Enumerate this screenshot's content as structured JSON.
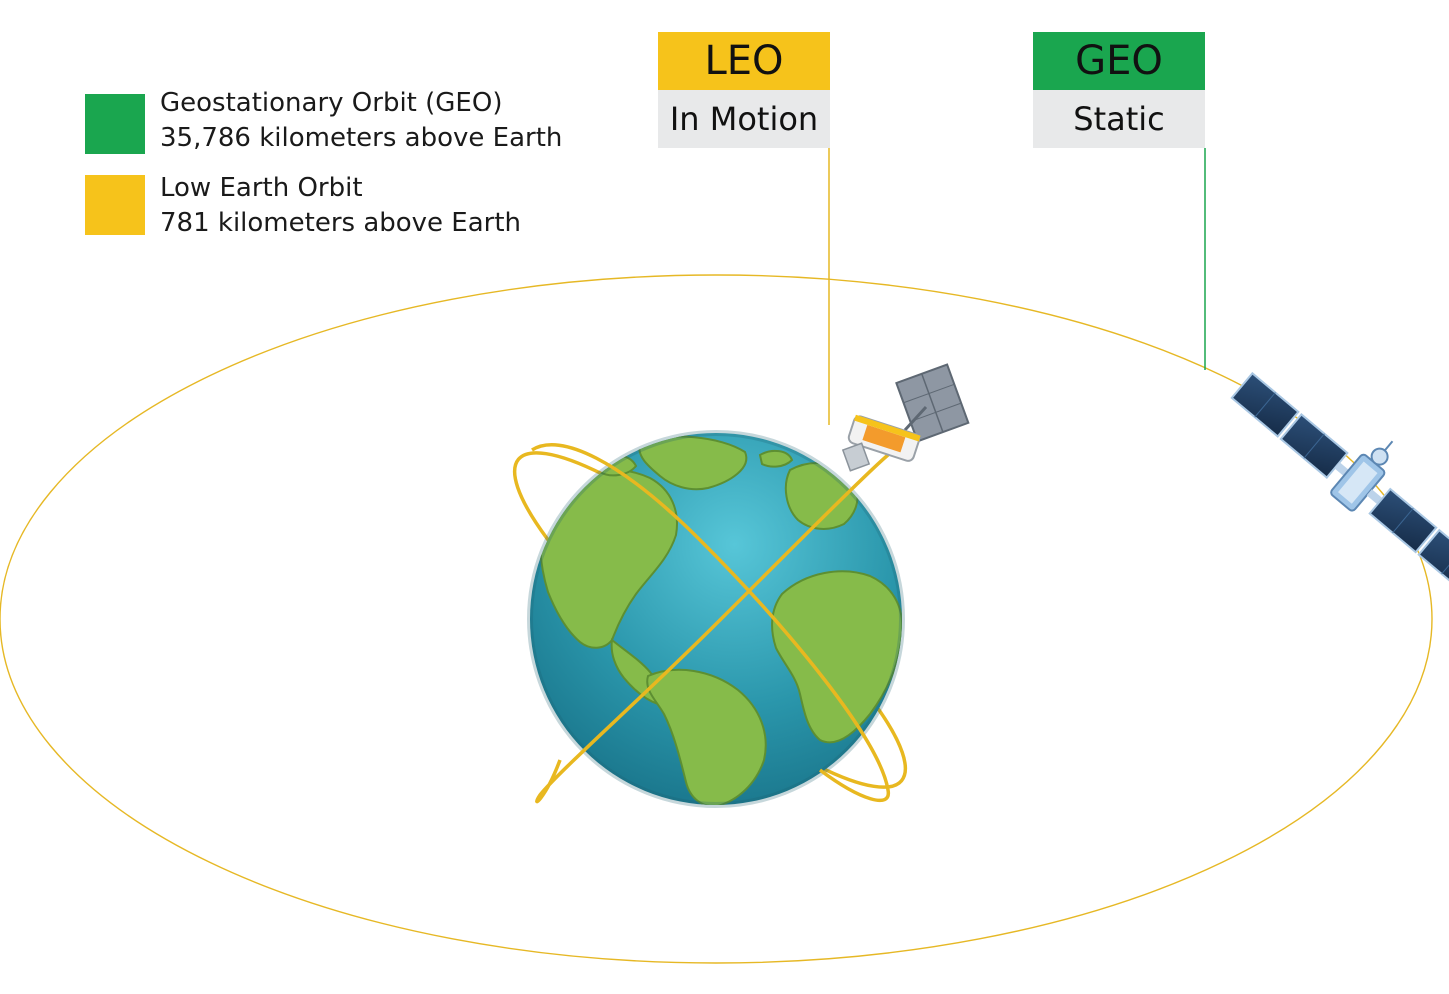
{
  "legend": [
    {
      "color": "#1aa64f",
      "line1": "Geostationary Orbit (GEO)",
      "line2": "35,786 kilometers above Earth"
    },
    {
      "color": "#f6c31b",
      "line1": "Low Earth Orbit",
      "line2": "781 kilometers above Earth"
    }
  ],
  "tags": {
    "leo": {
      "title": "LEO",
      "status": "In Motion",
      "color": "#f6c31b"
    },
    "geo": {
      "title": "GEO",
      "status": "Static",
      "color": "#1aa64f"
    }
  },
  "colors": {
    "orbit_line": "#e6b825",
    "ocean": "#2b99ad",
    "land": "#86bb4a",
    "panel": "#1e3a5f"
  }
}
